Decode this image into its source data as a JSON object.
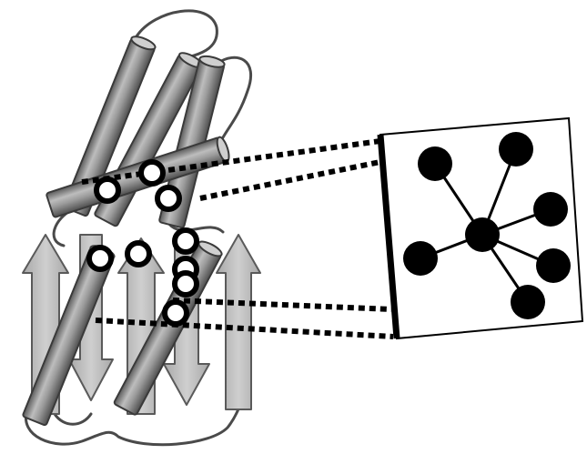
{
  "diagram": {
    "helix_color": "#8a8a8a",
    "strand_color": "#bdbdbd",
    "outline_color": "#4a4a4a",
    "residue_count": 9,
    "network_nodes": 7,
    "network_hub": 1,
    "network_spokes": 6
  }
}
